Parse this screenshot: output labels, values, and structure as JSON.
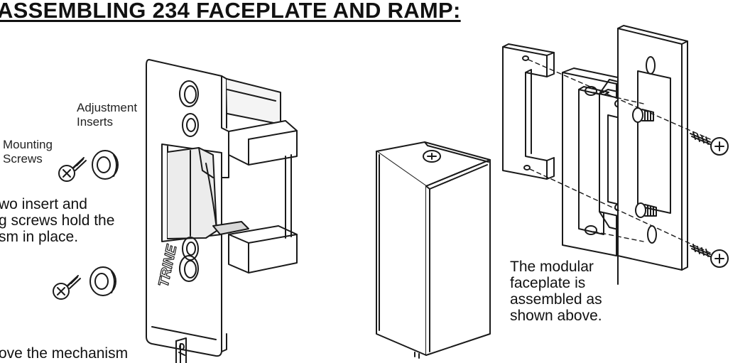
{
  "heading": "ASSEMBLING 234 FACEPLATE AND RAMP:",
  "labels": {
    "adjustment_line1": "Adjustment",
    "adjustment_line2": "Inserts",
    "mounting_line1": "Mounting",
    "mounting_line2": "Screws"
  },
  "left_text": {
    "line1": "wo insert and",
    "line2": "g screws hold the",
    "line3": "sm in place."
  },
  "bottom_text": "ove the mechanism",
  "right_text": {
    "line1": "The modular",
    "line2": "faceplate is",
    "line3": "assembled as",
    "line4": "shown above."
  },
  "brand_mark": "TRINE",
  "colors": {
    "ink": "#111111",
    "line": "#1a1a1a",
    "face": "#ffffff",
    "shade": "#d8d8d8",
    "dark": "#3a3a3a"
  }
}
